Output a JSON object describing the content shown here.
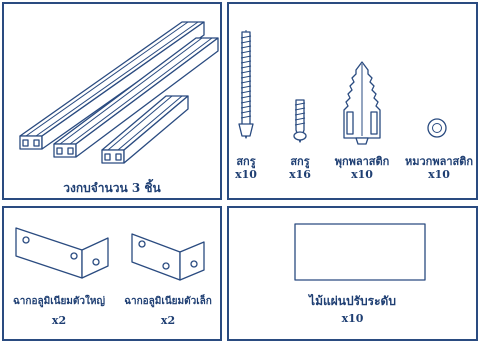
{
  "panels": {
    "frames": {
      "label": "วงกบจำนวน 3 ชิ้น"
    },
    "hardware": {
      "items": [
        {
          "label": "สกรู",
          "qty": "x10",
          "icon": "long-screw-icon"
        },
        {
          "label": "สกรู",
          "qty": "x16",
          "icon": "short-screw-icon"
        },
        {
          "label": "พุกพลาสติก",
          "qty": "x10",
          "icon": "wall-plug-icon"
        },
        {
          "label": "หมวกพลาสติก",
          "qty": "x10",
          "icon": "plastic-cap-icon"
        }
      ]
    },
    "brackets": {
      "items": [
        {
          "label": "ฉากอลูมิเนียมตัวใหญ่",
          "qty": "x2",
          "icon": "large-aluminum-bracket-icon"
        },
        {
          "label": "ฉากอลูมิเนียมตัวเล็ก",
          "qty": "x2",
          "icon": "small-aluminum-bracket-icon"
        }
      ]
    },
    "shim": {
      "label": "ไม้แผ่นปรับระดับ",
      "qty": "x10",
      "icon": "leveling-shim-icon"
    }
  },
  "colors": {
    "line": "#2a4b80",
    "text": "#1f3f73",
    "background": "#ffffff"
  }
}
